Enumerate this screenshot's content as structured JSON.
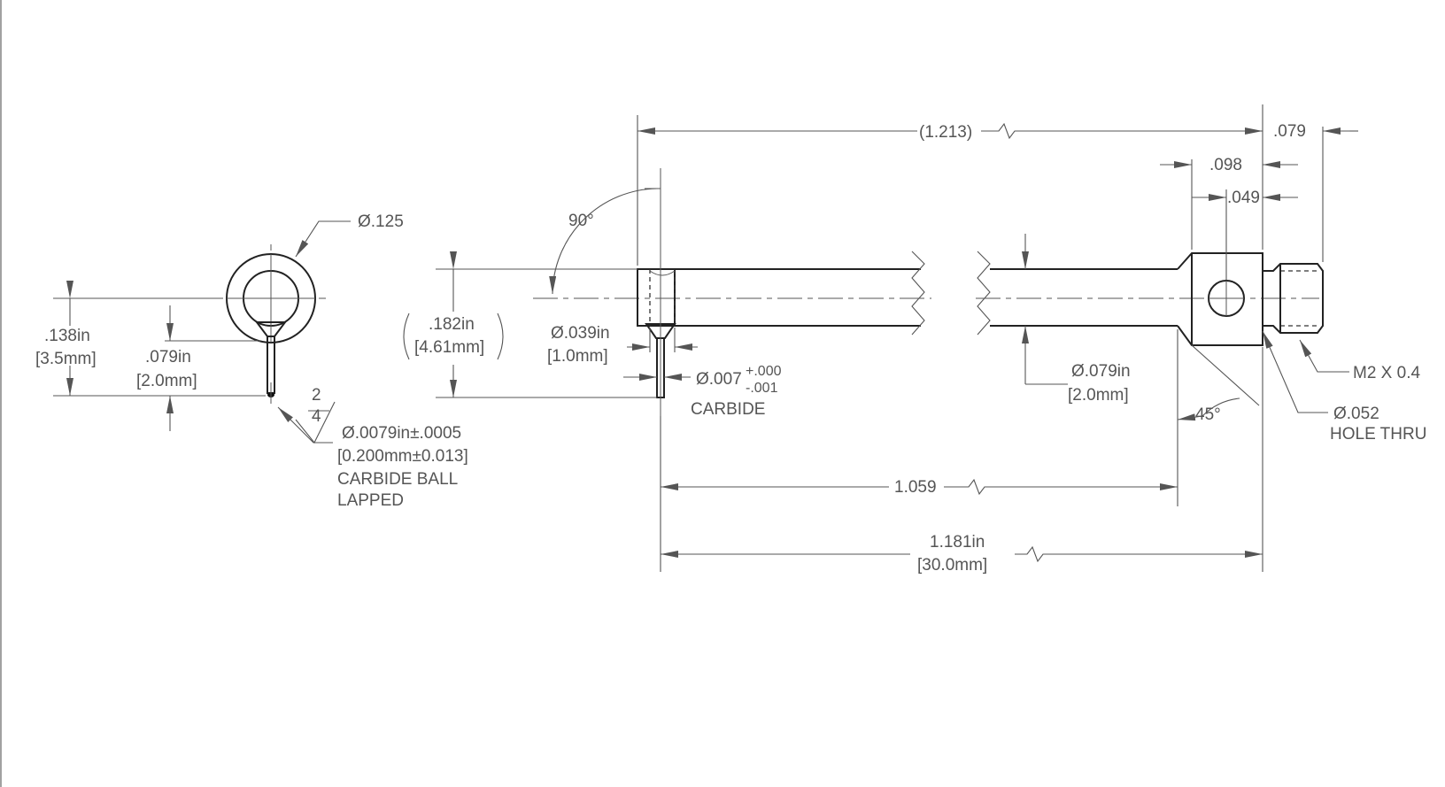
{
  "colors": {
    "line": "#555555",
    "object": "#222222",
    "background": "#ffffff"
  },
  "left_view": {
    "dia_head": "Ø.125",
    "height_in": ".138in",
    "height_mm": "[3.5mm]",
    "neck_in": ".079in",
    "neck_mm": "[2.0mm]",
    "finish_top": "2",
    "finish_bottom": "4",
    "ball_in": "Ø.0079in±.0005",
    "ball_mm": "[0.200mm±0.013]",
    "ball_note_1": "CARBIDE BALL",
    "ball_note_2": "LAPPED"
  },
  "main_view": {
    "overall_ref": "(1.213)",
    "thread_len": ".079",
    "flat_len": ".098",
    "hole_offset": ".049",
    "angle_tip": "90°",
    "head_h_in": ".182in",
    "head_h_mm": "[4.61mm]",
    "bore_in": "Ø.039in",
    "bore_mm": "[1.0mm]",
    "pin_dia": "Ø.007",
    "pin_tol_plus": "+.000",
    "pin_tol_minus": "-.001",
    "pin_material": "CARBIDE",
    "shaft_in": "Ø.079in",
    "shaft_mm": "[2.0mm]",
    "chamfer_angle": "45°",
    "thread": "M2 X 0.4",
    "hole_dia": "Ø.052",
    "hole_note": "HOLE THRU",
    "len_body": "1.059",
    "len_total_in": "1.181in",
    "len_total_mm": "[30.0mm]"
  }
}
